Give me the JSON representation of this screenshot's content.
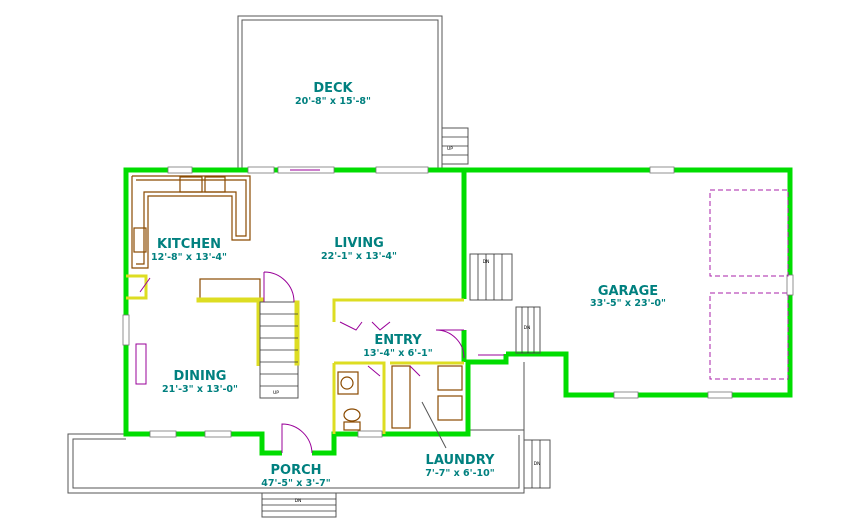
{
  "rooms": {
    "deck": {
      "name": "DECK",
      "size": "20'-8\" x 15'-8\""
    },
    "kitchen": {
      "name": "KITCHEN",
      "size": "12'-8\" x 13'-4\""
    },
    "living": {
      "name": "LIVING",
      "size": "22'-1\" x 13'-4\""
    },
    "garage": {
      "name": "GARAGE",
      "size": "33'-5\" x 23'-0\""
    },
    "entry": {
      "name": "ENTRY",
      "size": "13'-4\" x 6'-1\""
    },
    "dining": {
      "name": "DINING",
      "size": "21'-3\" x 13'-0\""
    },
    "porch": {
      "name": "PORCH",
      "size": "47'-5\" x 3'-7\""
    },
    "laundry": {
      "name": "LAUNDRY",
      "size": "7'-7\" x 6'-10\""
    }
  },
  "stair_labels": {
    "deck_up": "UP",
    "garage_dn": "DN",
    "garage_dn2": "DN",
    "interior_up": "UP",
    "porch_dn": "DN",
    "porch_side_dn": "DN"
  },
  "colors": {
    "wall": "#00dd00",
    "label": "#00807f",
    "cabinet": "#8a4a00",
    "door": "#990099",
    "interior_wall": "#dddd22"
  }
}
